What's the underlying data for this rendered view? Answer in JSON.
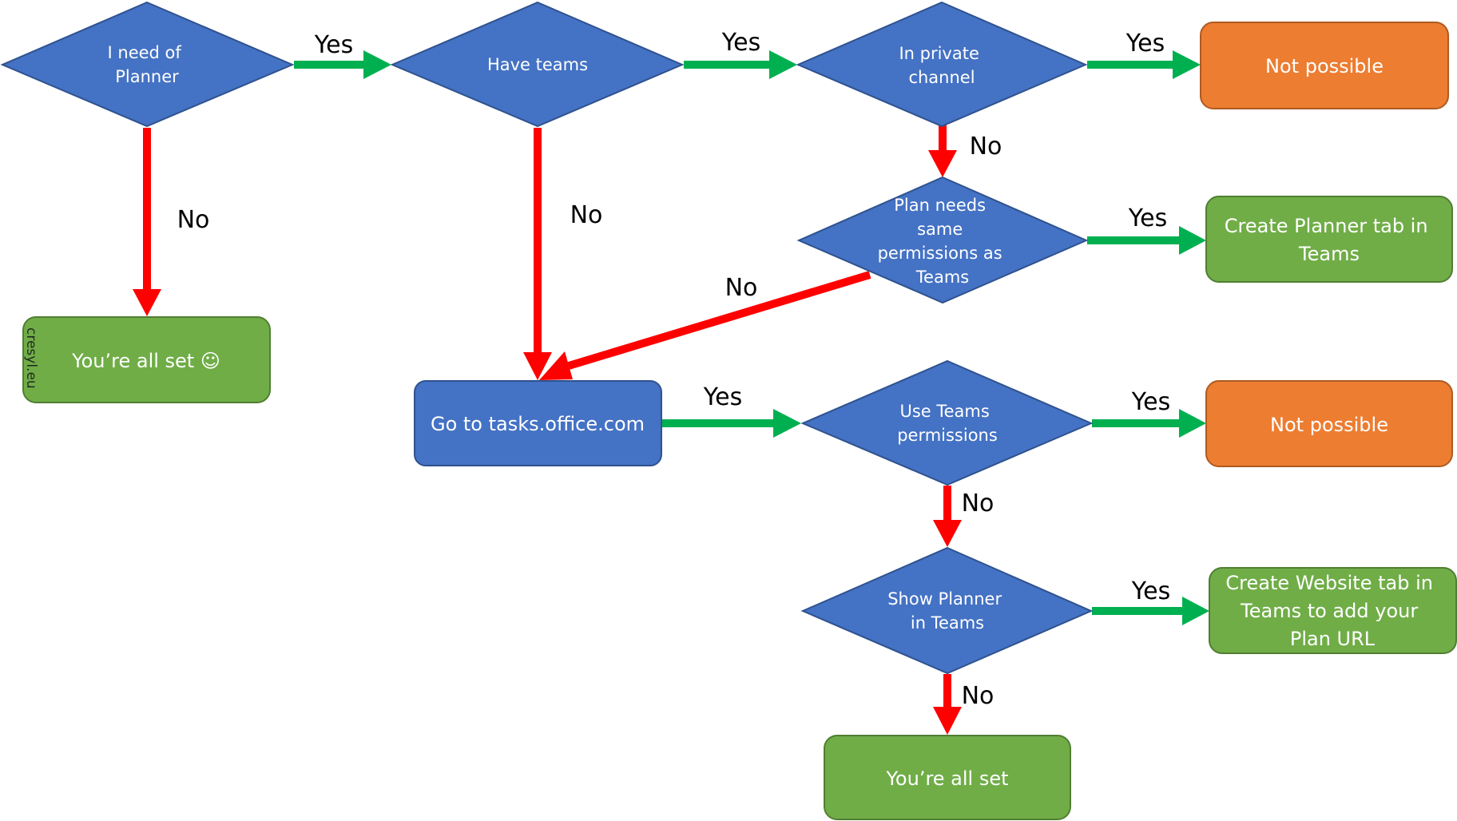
{
  "colors": {
    "decision": "#4472C4",
    "decision_border": "#2F528F",
    "outcome_green": "#70AD47",
    "outcome_green_border": "#507E32",
    "outcome_orange": "#ED7D31",
    "outcome_orange_border": "#AE5A21",
    "action_blue": "#4472C4",
    "arrow_yes": "#00B050",
    "arrow_no": "#FF0000"
  },
  "watermark": "cresyl.eu",
  "nodes": {
    "need_planner": {
      "lines": [
        "I need of",
        "Planner"
      ]
    },
    "have_teams": {
      "lines": [
        "Have teams"
      ]
    },
    "private_channel": {
      "lines": [
        "In private",
        "channel"
      ]
    },
    "not_possible_1": {
      "lines": [
        "Not possible"
      ]
    },
    "same_permissions": {
      "lines": [
        "Plan needs",
        "same",
        "permissions as",
        "Teams"
      ]
    },
    "create_planner_tab": {
      "lines": [
        "Create Planner tab in",
        "Teams"
      ]
    },
    "all_set_1": {
      "lines": [
        "You’re all set ☺"
      ]
    },
    "go_tasks": {
      "lines": [
        "Go to tasks.office.com"
      ]
    },
    "use_permissions": {
      "lines": [
        "Use Teams",
        "permissions"
      ]
    },
    "not_possible_2": {
      "lines": [
        "Not possible"
      ]
    },
    "show_planner": {
      "lines": [
        "Show Planner",
        "in Teams"
      ]
    },
    "create_website_tab": {
      "lines": [
        "Create Website tab in",
        "Teams to add your",
        "Plan URL"
      ]
    },
    "all_set_2": {
      "lines": [
        "You’re all set"
      ]
    }
  },
  "edges": {
    "e1": "Yes",
    "e2": "Yes",
    "e3": "Yes",
    "e4": "No",
    "e5": "No",
    "e6": "No",
    "e7": "Yes",
    "e8": "No",
    "e9": "Yes",
    "e10": "Yes",
    "e11": "No",
    "e12": "Yes",
    "e13": "No"
  }
}
